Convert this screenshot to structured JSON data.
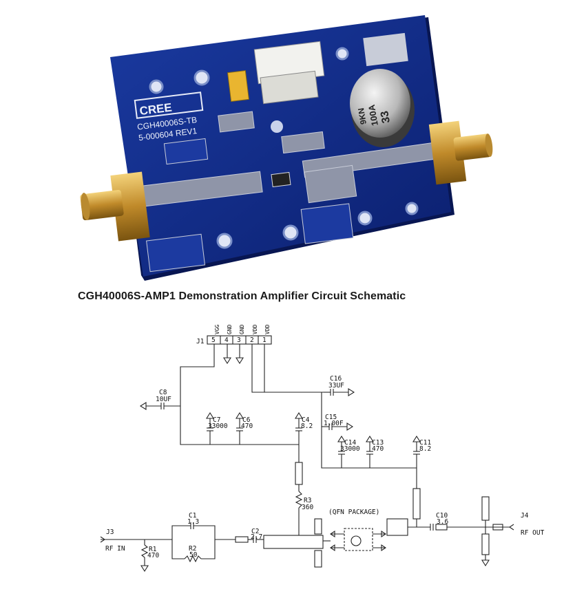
{
  "photo": {
    "brand": "CREE",
    "part_line1": "CGH40006S-TB",
    "part_line2": "5-000604 REV1",
    "cap_line1": "33",
    "cap_line2": "100A",
    "cap_line3": "9KN"
  },
  "title": "CGH40006S-AMP1 Demonstration Amplifier Circuit Schematic",
  "schematic": {
    "j1": {
      "ref": "J1",
      "pins": [
        "5",
        "4",
        "3",
        "2",
        "1"
      ],
      "pin_names": [
        "VGG",
        "GND",
        "GND",
        "VDD",
        "VDD"
      ]
    },
    "c16": {
      "ref": "C16",
      "value": "33UF"
    },
    "c8": {
      "ref": "C8",
      "value": "10UF"
    },
    "c15": {
      "ref": "C15",
      "value": "1.00F"
    },
    "c7": {
      "ref": "C7",
      "value": "33000"
    },
    "c6": {
      "ref": "C6",
      "value": "470"
    },
    "c4": {
      "ref": "C4",
      "value": "8.2"
    },
    "c14": {
      "ref": "C14",
      "value": "33000"
    },
    "c13": {
      "ref": "C13",
      "value": "470"
    },
    "c11": {
      "ref": "C11",
      "value": "8.2"
    },
    "r3": {
      "ref": "R3",
      "value": "360"
    },
    "c1": {
      "ref": "C1",
      "value": "1.3"
    },
    "r2": {
      "ref": "R2",
      "value": "50"
    },
    "c2": {
      "ref": "C2",
      "value": "2.7"
    },
    "r1": {
      "ref": "R1",
      "value": "470"
    },
    "c10": {
      "ref": "C10",
      "value": "3.6"
    },
    "j3": {
      "ref": "J3",
      "label": "RF IN"
    },
    "j4": {
      "ref": "J4",
      "label": "RF OUT"
    },
    "package_note": "(QFN PACKAGE)"
  }
}
